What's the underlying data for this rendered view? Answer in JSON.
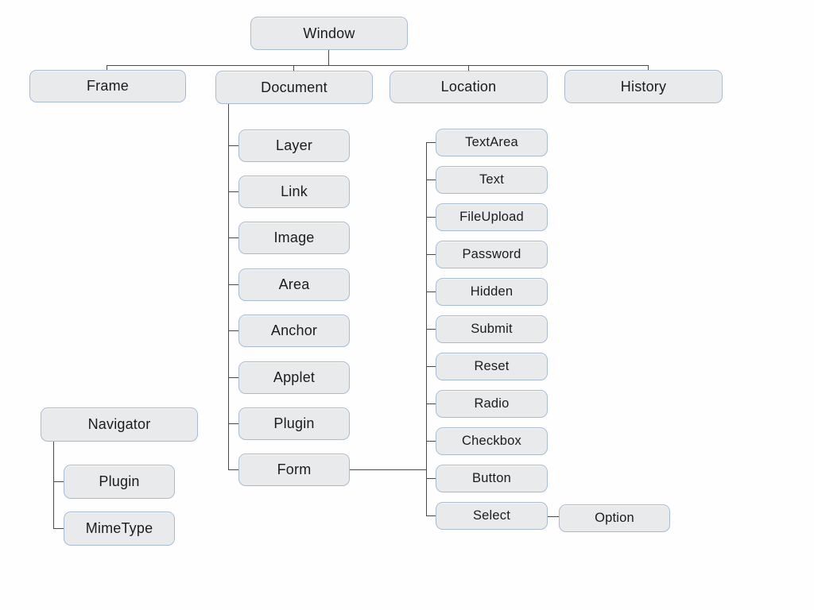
{
  "diagram": {
    "description": "JavaScript DOM object hierarchy tree",
    "colors": {
      "background": "#fefefe",
      "node_fill": "#e9eaec",
      "node_border": "#a9bbd2",
      "connector": "#4a4a4a",
      "text": "#1c1c1e"
    },
    "nodes": [
      {
        "id": "window",
        "label": "Window"
      },
      {
        "id": "frame",
        "label": "Frame"
      },
      {
        "id": "document",
        "label": "Document"
      },
      {
        "id": "location",
        "label": "Location"
      },
      {
        "id": "history",
        "label": "History"
      },
      {
        "id": "layer",
        "label": "Layer"
      },
      {
        "id": "link",
        "label": "Link"
      },
      {
        "id": "image",
        "label": "Image"
      },
      {
        "id": "area",
        "label": "Area"
      },
      {
        "id": "anchor",
        "label": "Anchor"
      },
      {
        "id": "applet",
        "label": "Applet"
      },
      {
        "id": "plugin-doc",
        "label": "Plugin"
      },
      {
        "id": "form",
        "label": "Form"
      },
      {
        "id": "textarea",
        "label": "TextArea"
      },
      {
        "id": "text",
        "label": "Text"
      },
      {
        "id": "fileupload",
        "label": "FileUpload"
      },
      {
        "id": "password",
        "label": "Password"
      },
      {
        "id": "hidden",
        "label": "Hidden"
      },
      {
        "id": "submit",
        "label": "Submit"
      },
      {
        "id": "reset",
        "label": "Reset"
      },
      {
        "id": "radio",
        "label": "Radio"
      },
      {
        "id": "checkbox",
        "label": "Checkbox"
      },
      {
        "id": "button",
        "label": "Button"
      },
      {
        "id": "select",
        "label": "Select"
      },
      {
        "id": "option",
        "label": "Option"
      },
      {
        "id": "navigator",
        "label": "Navigator"
      },
      {
        "id": "plugin-nav",
        "label": "Plugin"
      },
      {
        "id": "mimetype",
        "label": "MimeType"
      }
    ],
    "hierarchy": {
      "Window": [
        "Frame",
        "Document",
        "Location",
        "History"
      ],
      "Document": [
        "Layer",
        "Link",
        "Image",
        "Area",
        "Anchor",
        "Applet",
        "Plugin",
        "Form"
      ],
      "Form": [
        "TextArea",
        "Text",
        "FileUpload",
        "Password",
        "Hidden",
        "Submit",
        "Reset",
        "Radio",
        "Checkbox",
        "Button",
        "Select"
      ],
      "Select": [
        "Option"
      ],
      "Navigator": [
        "Plugin",
        "MimeType"
      ]
    }
  }
}
